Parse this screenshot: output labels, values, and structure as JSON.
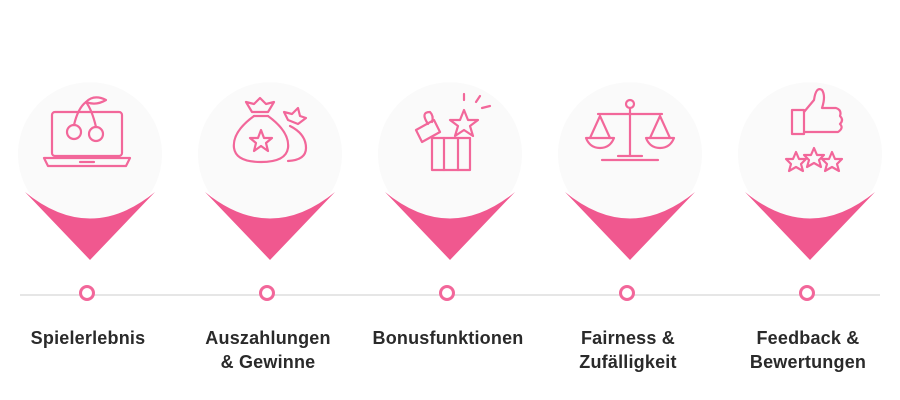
{
  "accent_color": "#f2679a",
  "steps": [
    {
      "icon": "laptop-cherry-icon",
      "label_line1": "Spielerlebnis",
      "label_line2": ""
    },
    {
      "icon": "money-bags-icon",
      "label_line1": "Auszahlungen",
      "label_line2": "& Gewinne"
    },
    {
      "icon": "gift-box-star-icon",
      "label_line1": "Bonusfunktionen",
      "label_line2": ""
    },
    {
      "icon": "balance-scale-icon",
      "label_line1": "Fairness &",
      "label_line2": "Zufälligkeit"
    },
    {
      "icon": "thumbs-up-stars-icon",
      "label_line1": "Feedback &",
      "label_line2": "Bewertungen"
    }
  ]
}
